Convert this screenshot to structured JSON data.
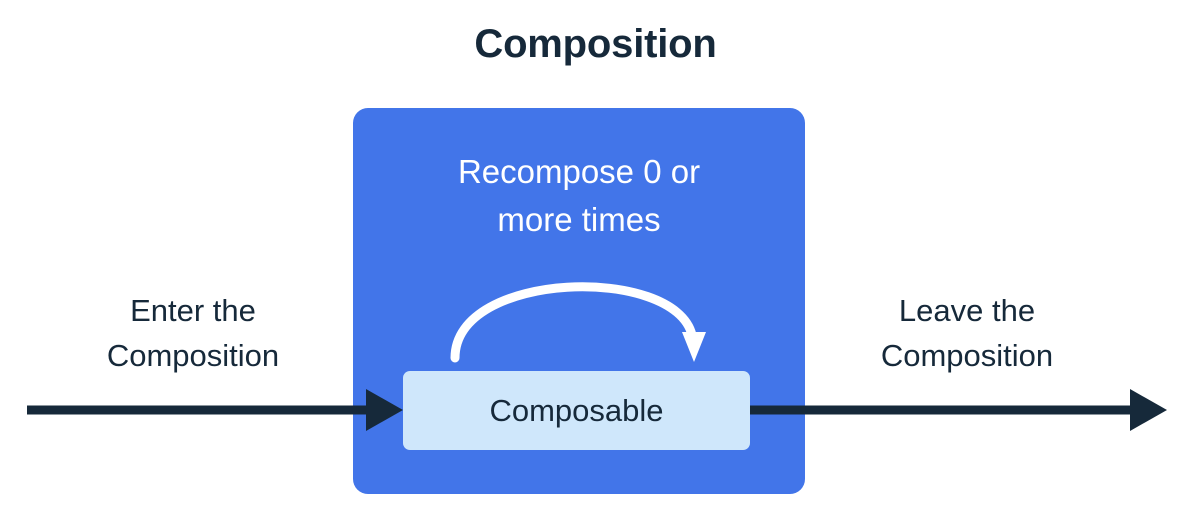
{
  "title": "Composition",
  "composition_box": {
    "recompose_label_line1": "Recompose 0 or",
    "recompose_label_line2": "more times",
    "recompose_arrow_icon": "curved-loop-arrow-icon",
    "composable_label": "Composable"
  },
  "captions": {
    "enter_line1": "Enter the",
    "enter_line2": "Composition",
    "leave_line1": "Leave the",
    "leave_line2": "Composition"
  },
  "arrows": {
    "enter_arrow_icon": "right-arrow-icon",
    "leave_arrow_icon": "right-arrow-icon"
  },
  "colors": {
    "background": "#ffffff",
    "composition_blue": "#4275e9",
    "composable_light_blue": "#cfe7fb",
    "navy_text": "#16293a",
    "white_text": "#ffffff"
  }
}
